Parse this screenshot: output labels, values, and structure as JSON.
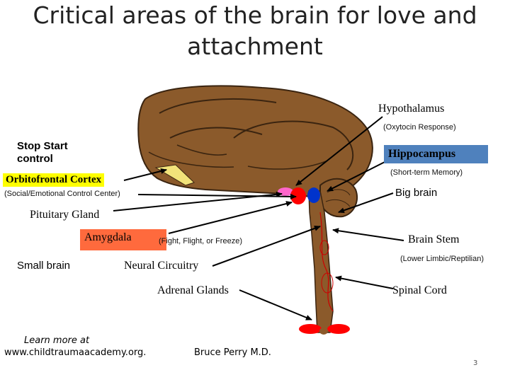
{
  "title": "Critical areas of the brain for love and attachment",
  "labels": {
    "hypothalamus": "Hypothalamus",
    "oxytocin": "(Oxytocin Response)",
    "stop_start": "Stop  Start control",
    "hippocampus": "Hippocampus",
    "short_term": "(Short-term Memory)",
    "orbitofrontal": "Orbitofrontal Cortex",
    "social_emotional": "(Social/Emotional Control Center)",
    "big_brain": "Big brain",
    "pituitary": "Pituitary Gland",
    "amygdala": "Amygdala",
    "fight_flight": "(Fight, Flight, or Freeze)",
    "brain_stem": "Brain Stem",
    "lower_limbic": "(Lower Limbic/Reptilian)",
    "small_brain": "Small brain",
    "neural": "Neural Circuitry",
    "adrenal": "Adrenal Glands",
    "spinal": "Spinal Cord",
    "learn_more": "Learn more at",
    "website": "www.childtraumaacademy.org.",
    "author": "Bruce Perry  M.D.",
    "page_number": "3"
  },
  "colors": {
    "brain": "#8b5a2b",
    "accent_blue": "#4f81bd",
    "accent_yellow": "#ffff00",
    "amygdala_box": "#ff6a3d",
    "red": "#ff0000",
    "pink": "#ff66cc",
    "blue": "#0033cc"
  }
}
